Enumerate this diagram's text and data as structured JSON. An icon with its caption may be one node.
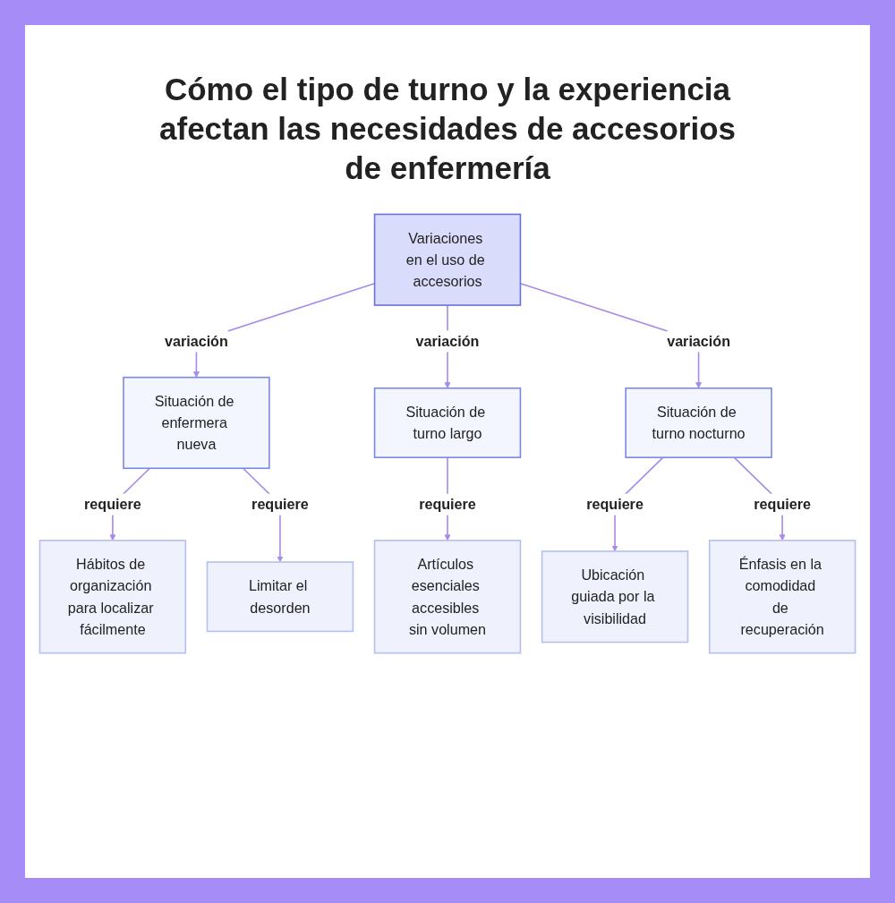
{
  "diagram": {
    "title": "Cómo el tipo de turno y la experiencia afectan las necesidades de accesorios de enfermería",
    "nodes": [
      {
        "text": [
          "Variaciones en el uso de accesorios"
        ]
      },
      {
        "text": [
          "Situación de enfermera nueva"
        ]
      },
      {
        "text": [
          "Situación de turno largo"
        ]
      },
      {
        "text": [
          "Situación de turno nocturno"
        ]
      },
      {
        "text": [
          "Hábitos de organización para localizar fácilmente"
        ]
      },
      {
        "text": [
          "Limitar el desorden"
        ]
      },
      {
        "text": [
          "Artículos esenciales accesibles sin volumen"
        ]
      },
      {
        "text": [
          "Ubicación guiada por la visibilidad"
        ]
      },
      {
        "text": [
          "Énfasis en la comodidad de recuperación"
        ]
      }
    ],
    "edges": [
      {
        "from": 0,
        "to": 1,
        "arrow": "to",
        "label": "variación"
      },
      {
        "from": 0,
        "to": 2,
        "arrow": "to",
        "label": "variación"
      },
      {
        "from": 0,
        "to": 3,
        "arrow": "to",
        "label": "variación"
      },
      {
        "from": 1,
        "to": 4,
        "arrow": "to",
        "label": "requiere"
      },
      {
        "from": 1,
        "to": 5,
        "arrow": "to",
        "label": "requiere"
      },
      {
        "from": 2,
        "to": 6,
        "arrow": "to",
        "label": "requiere"
      },
      {
        "from": 3,
        "to": 7,
        "arrow": "to",
        "label": "requiere"
      },
      {
        "from": 3,
        "to": 8,
        "arrow": "to",
        "label": "requiere"
      }
    ]
  }
}
